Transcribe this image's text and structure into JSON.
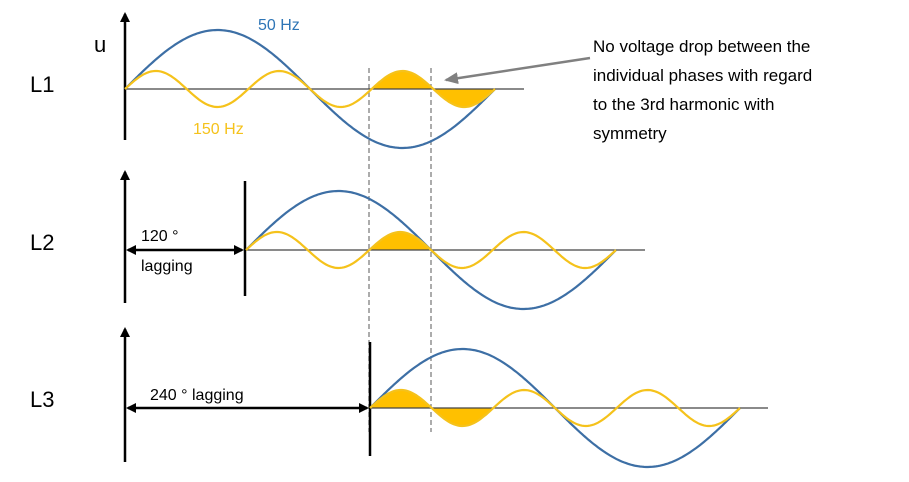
{
  "colors": {
    "fundamental": "#3d6fa5",
    "harmonic": "#f5c21b",
    "fill": "#ffc000",
    "axis": "#000000",
    "baseline": "#808080",
    "guide": "#808080",
    "label_50hz": "#2e75b6",
    "label_150hz": "#f5c21b"
  },
  "labels": {
    "u": "u",
    "hz50": "50 Hz",
    "hz150": "150 Hz",
    "note_lines": [
      "No voltage drop between the",
      "individual phases with regard",
      "to the 3rd harmonic with",
      "symmetry"
    ]
  },
  "phases": [
    {
      "name": "L1",
      "lag_label_lines": []
    },
    {
      "name": "L2",
      "lag_label_lines": [
        "120 °",
        "lagging"
      ]
    },
    {
      "name": "L3",
      "lag_label_lines": [
        "240 ° lagging"
      ]
    }
  ]
}
